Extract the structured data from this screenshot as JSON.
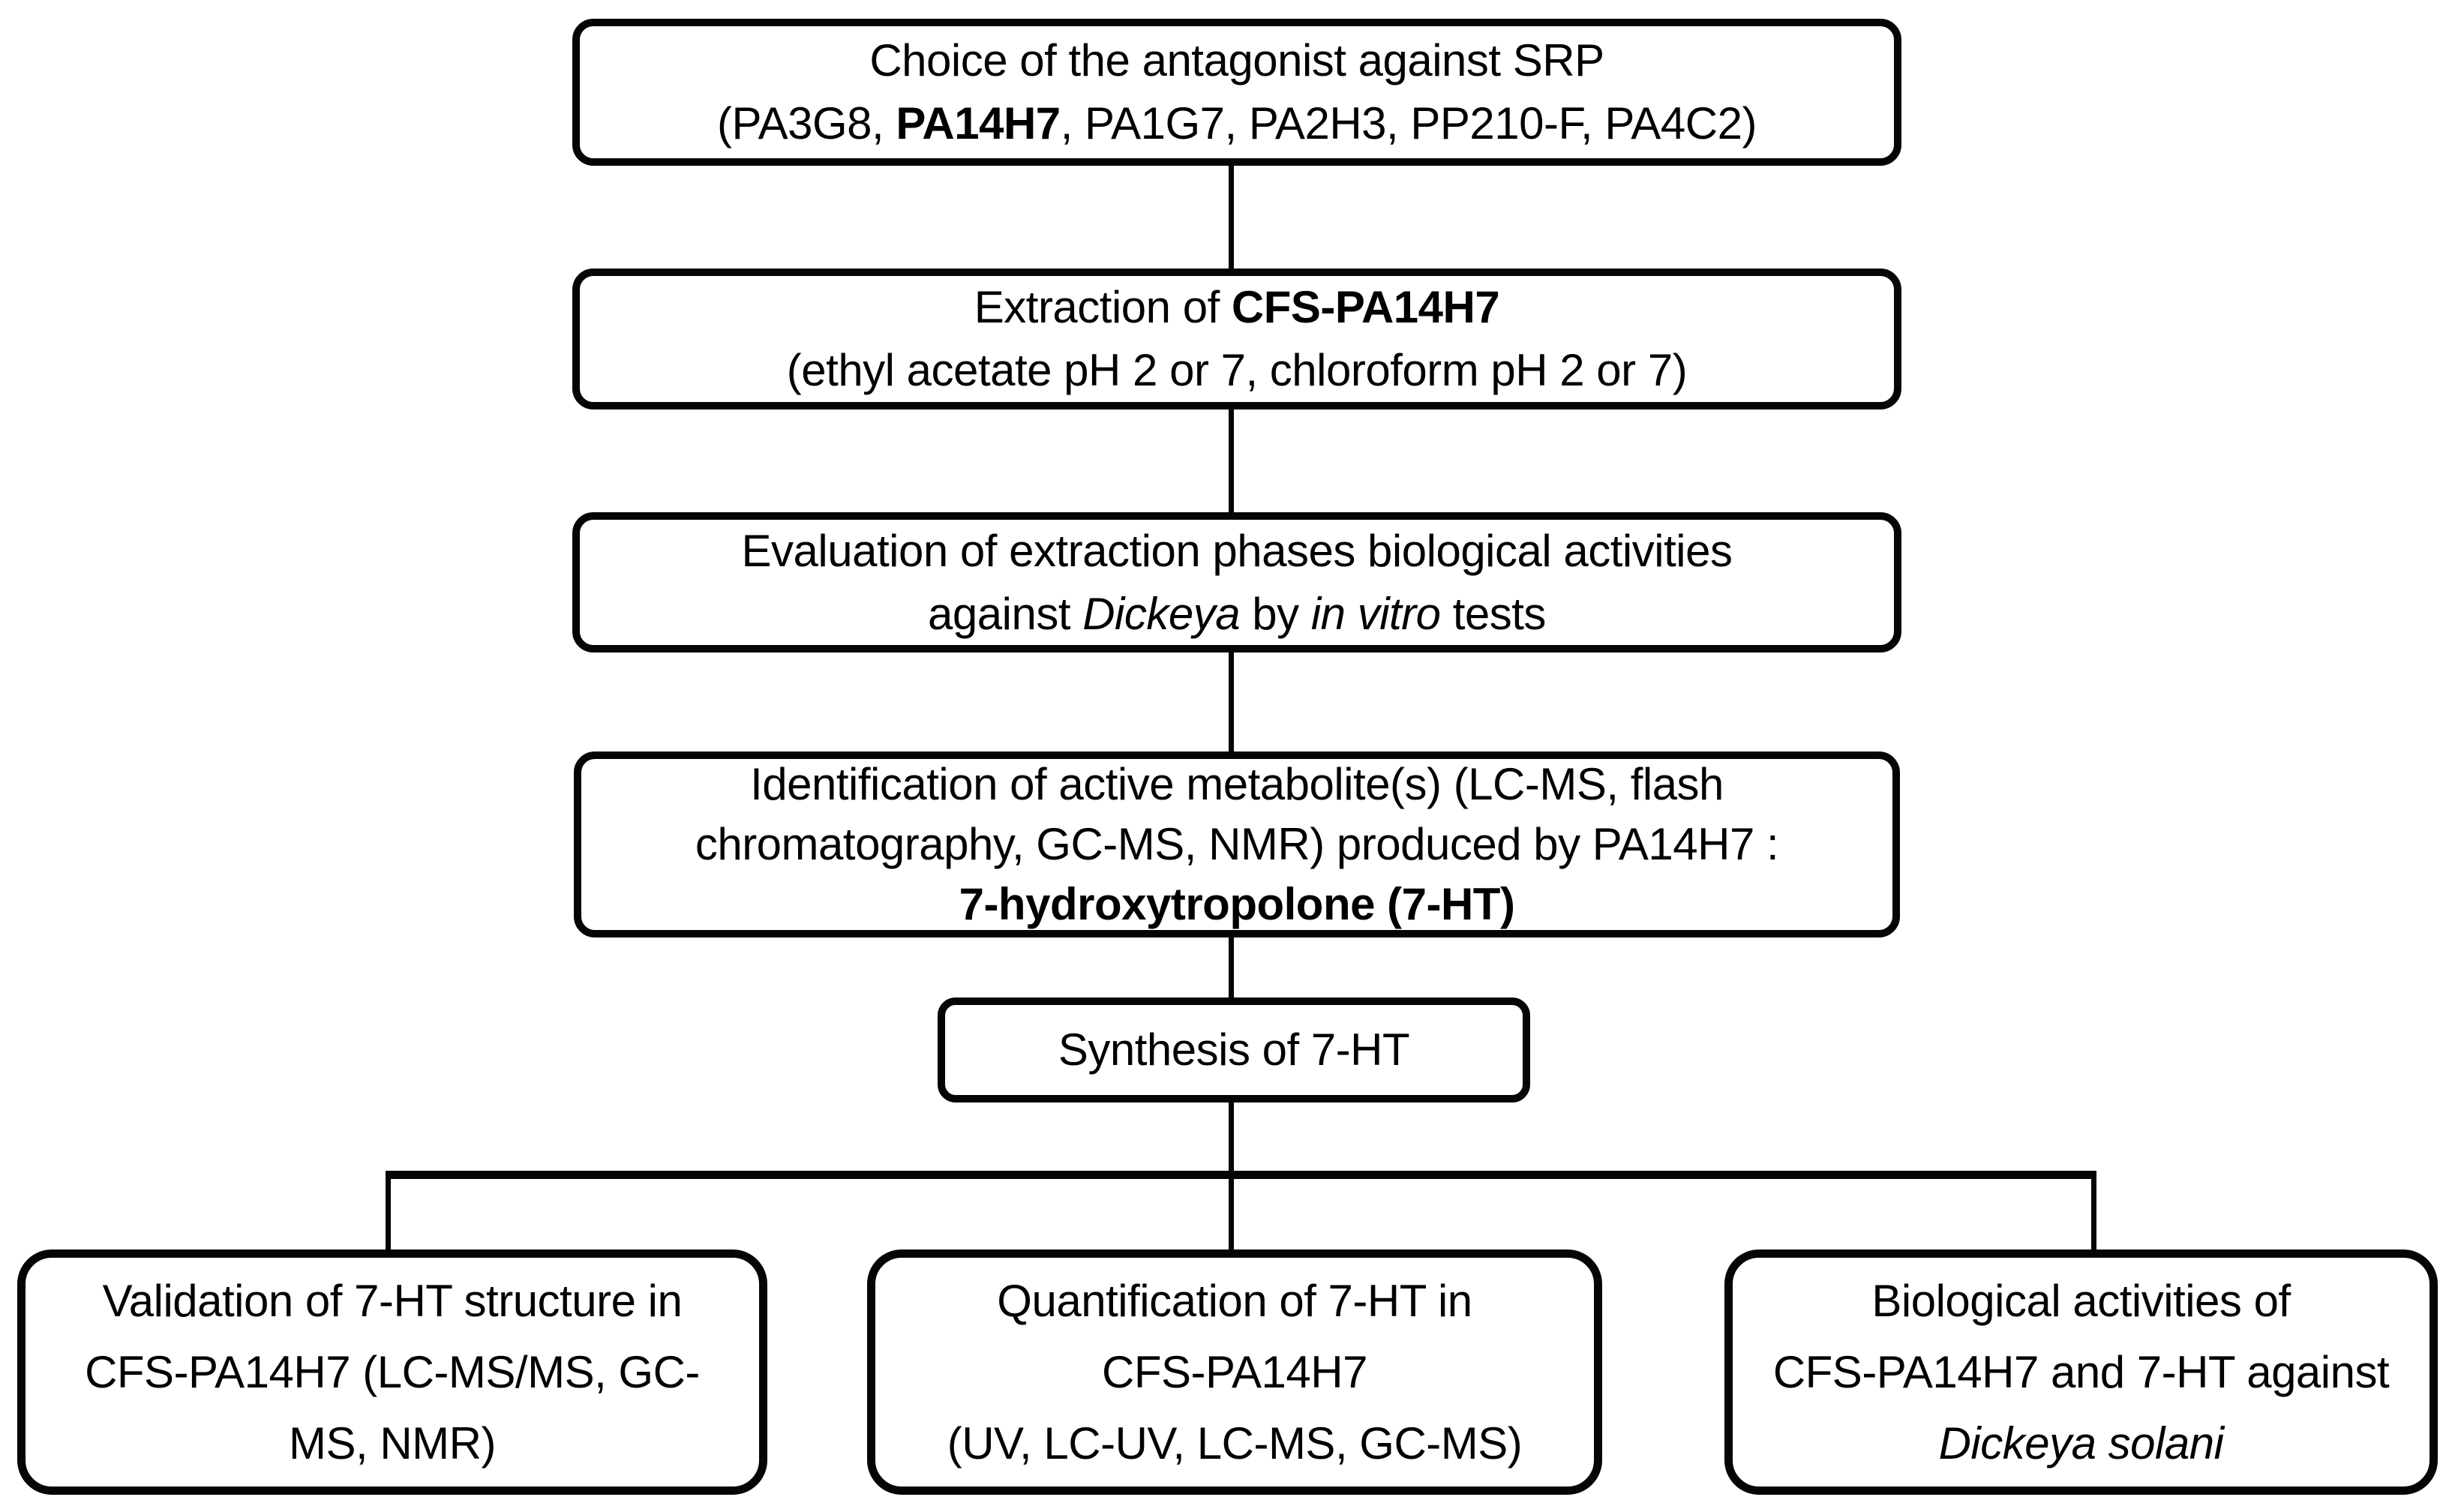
{
  "figure": {
    "kind": "flowchart",
    "background_color": "#ffffff",
    "box_border_color": "#050505",
    "connector_color": "#050505",
    "text_color": "#000000"
  },
  "nodes": {
    "choice": {
      "lines": [
        [
          {
            "text": "Choice of the antagonist against SRP"
          }
        ],
        [
          {
            "text": "(PA3G8, "
          },
          {
            "text": "PA14H7",
            "bold": true
          },
          {
            "text": ", PA1G7, PA2H3, PP210-F, PA4C2)"
          }
        ]
      ]
    },
    "extraction": {
      "lines": [
        [
          {
            "text": "Extraction of "
          },
          {
            "text": "CFS-PA14H7",
            "bold": true
          }
        ],
        [
          {
            "text": "(ethyl acetate pH 2 or 7, chloroform pH 2 or 7)"
          }
        ]
      ]
    },
    "evaluation": {
      "lines": [
        [
          {
            "text": "Evaluation of extraction phases biological activities"
          }
        ],
        [
          {
            "text": "against "
          },
          {
            "text": "Dickeya",
            "italic": true
          },
          {
            "text": " by "
          },
          {
            "text": "in vitro",
            "italic": true
          },
          {
            "text": " tests"
          }
        ]
      ]
    },
    "identification": {
      "lines": [
        [
          {
            "text": "Identification of active metabolite(s) (LC-MS, flash"
          }
        ],
        [
          {
            "text": "chromatography, GC-MS, NMR) produced by PA14H7 :"
          }
        ],
        [
          {
            "text": "7-hydroxytropolone (7-HT)",
            "bold": true
          }
        ]
      ]
    },
    "synthesis": {
      "lines": [
        [
          {
            "text": "Synthesis of 7-HT"
          }
        ]
      ]
    },
    "validation": {
      "lines": [
        [
          {
            "text": "Validation of 7-HT structure in"
          }
        ],
        [
          {
            "text": "CFS-PA14H7 (LC-MS/MS, GC-"
          }
        ],
        [
          {
            "text": "MS, NMR)"
          }
        ]
      ]
    },
    "quantification": {
      "lines": [
        [
          {
            "text": "Quantification of 7-HT in"
          }
        ],
        [
          {
            "text": "CFS-PA14H7"
          }
        ],
        [
          {
            "text": "(UV, LC-UV, LC-MS, GC-MS)"
          }
        ]
      ]
    },
    "biological": {
      "lines": [
        [
          {
            "text": "Biological activities of"
          }
        ],
        [
          {
            "text": "CFS-PA14H7 and 7-HT against"
          }
        ],
        [
          {
            "text": "Dickeya solani",
            "italic": true
          }
        ]
      ]
    }
  },
  "edges": [
    {
      "from": "choice",
      "to": "extraction"
    },
    {
      "from": "extraction",
      "to": "evaluation"
    },
    {
      "from": "evaluation",
      "to": "identification"
    },
    {
      "from": "identification",
      "to": "synthesis"
    },
    {
      "from": "synthesis",
      "to": "validation"
    },
    {
      "from": "synthesis",
      "to": "quantification"
    },
    {
      "from": "synthesis",
      "to": "biological"
    }
  ]
}
